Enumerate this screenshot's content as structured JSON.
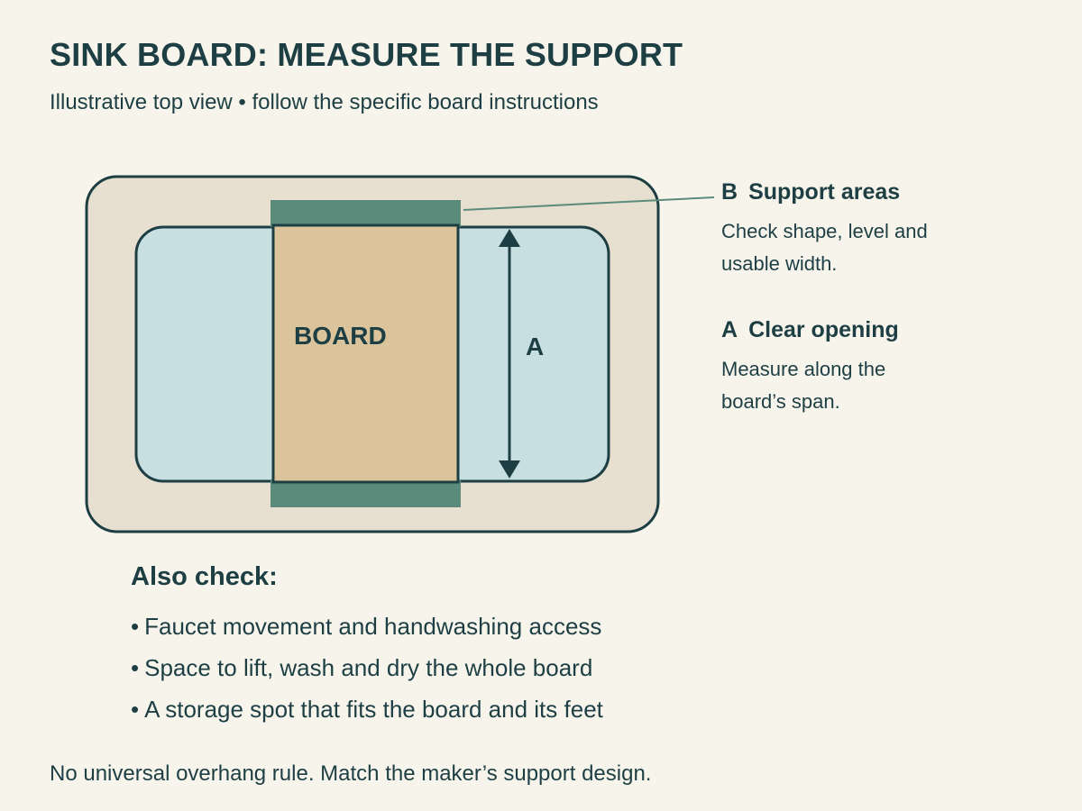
{
  "header": {
    "title": "SINK BOARD: MEASURE THE SUPPORT",
    "subtitle": "Illustrative top view • follow the specific board instructions"
  },
  "diagram": {
    "board_label": "BOARD",
    "dimension_label": "A",
    "colors": {
      "background": "#f7f4ec",
      "outer_frame": "#e7dfd0",
      "basin": "#c8dfe2",
      "board": "#dbc49c",
      "support": "#5a8b7b",
      "ink": "#1d3f44"
    }
  },
  "callouts": {
    "b": {
      "key": "B",
      "title": "Support areas",
      "text": "Check shape, level and usable width."
    },
    "a": {
      "key": "A",
      "title": "Clear opening",
      "text": "Measure along the board’s span."
    }
  },
  "also_check": {
    "title": "Also check:",
    "bullet": "•",
    "items": [
      "Faucet movement and handwashing access",
      "Space to lift, wash and dry the whole board",
      "A storage spot that fits the board and its feet"
    ]
  },
  "footer": "No universal overhang rule. Match the maker’s support design."
}
